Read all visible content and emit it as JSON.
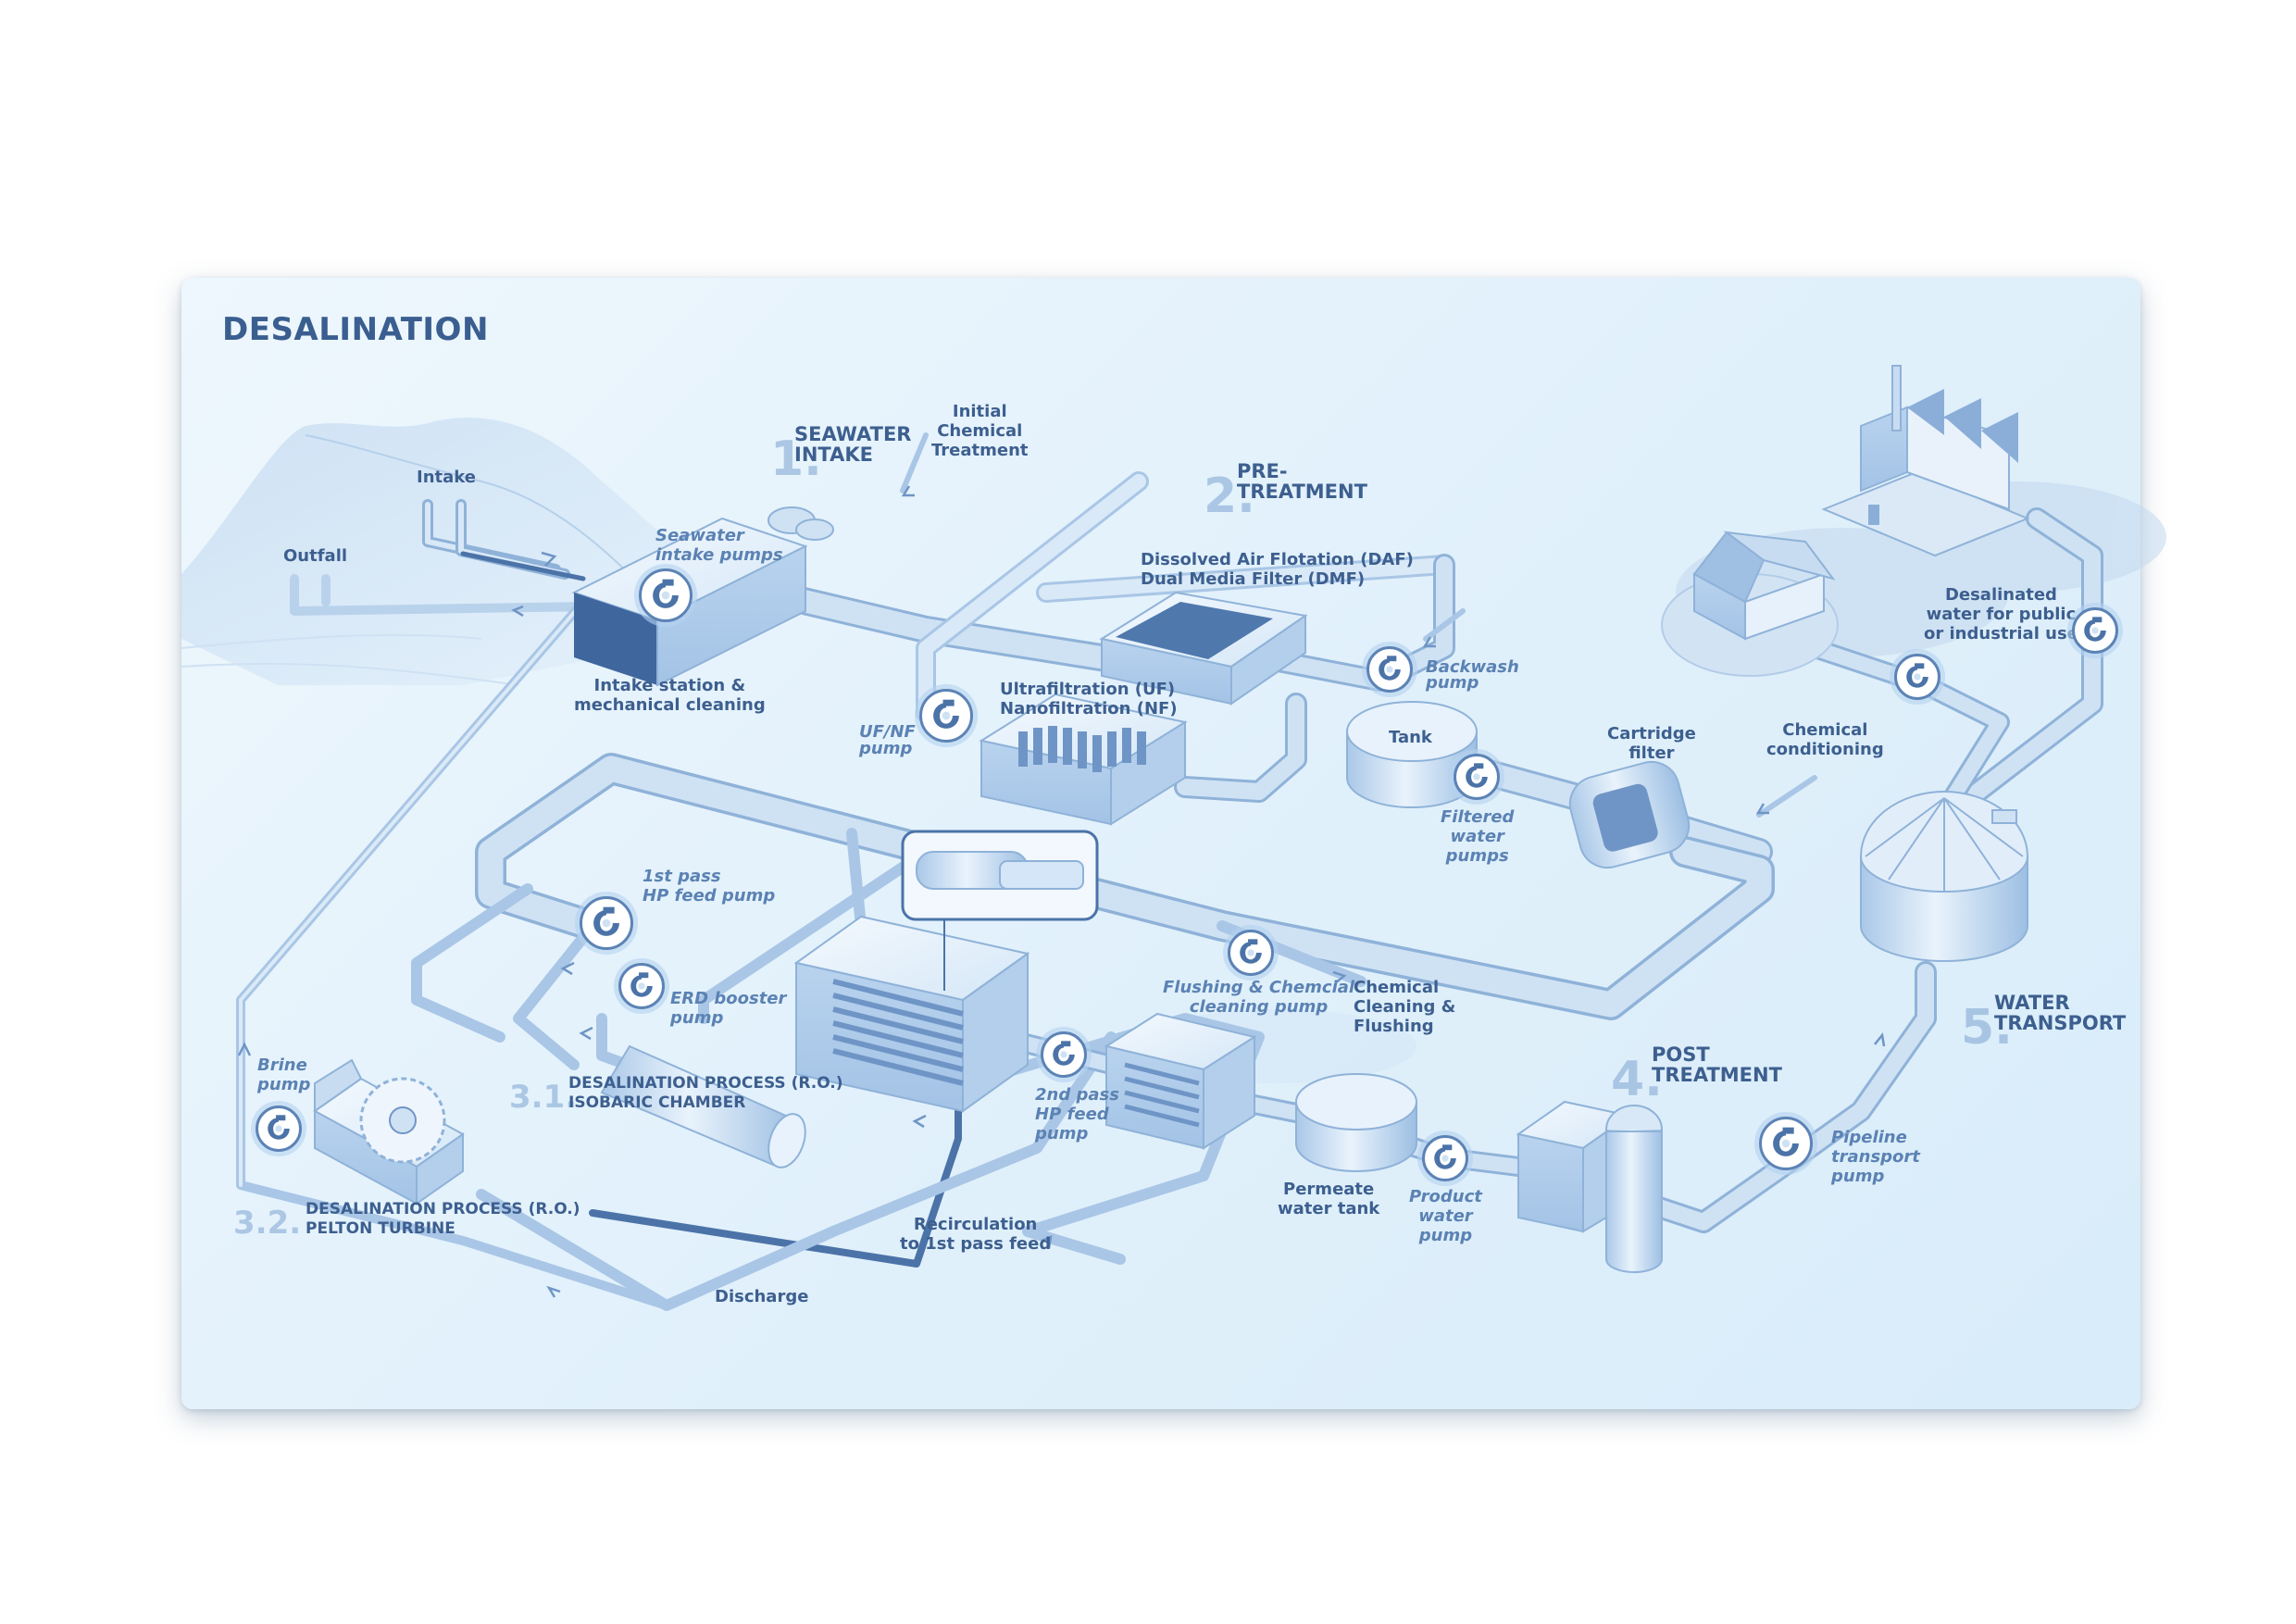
{
  "title": "DESALINATION",
  "sections": {
    "s1": {
      "num": "1.",
      "title": "SEAWATER\nINTAKE"
    },
    "s2": {
      "num": "2.",
      "title": "PRE-\nTREATMENT"
    },
    "s31": {
      "num": "3.1.",
      "title": "DESALINATION PROCESS (R.O.)\nISOBARIC CHAMBER"
    },
    "s32": {
      "num": "3.2.",
      "title": "DESALINATION PROCESS (R.O.)\nPELTON TURBINE"
    },
    "s4": {
      "num": "4.",
      "title": "POST\nTREATMENT"
    },
    "s5": {
      "num": "5.",
      "title": "WATER\nTRANSPORT"
    }
  },
  "labels": {
    "intake": "Intake",
    "outfall": "Outfall",
    "seawater_intake_pumps": "Seawater\nintake pumps",
    "intake_station": "Intake station &\nmechanical cleaning",
    "initial_chemical": "Initial\nChemical\nTreatment",
    "daf_dmf": "Dissolved Air Flotation (DAF)\nDual Media Filter (DMF)",
    "uf_nf": "Ultrafiltration (UF)\nNanofiltration (NF)",
    "uf_nf_pump": "UF/NF\npump",
    "backwash_pump": "Backwash\npump",
    "tank": "Tank",
    "filtered_water_pumps": "Filtered\nwater\npumps",
    "cartridge_filter": "Cartridge\nfilter",
    "chemical_conditioning": "Chemical\nconditioning",
    "first_pass_pump": "1st pass\nHP feed pump",
    "erd_booster_pump": "ERD booster\npump",
    "brine_pump": "Brine\npump",
    "flushing_pump": "Flushing & Chemcial\ncleaning pump",
    "chemical_cleaning": "Chemical\nCleaning &\nFlushing",
    "second_pass_pump": "2nd pass\nHP feed\npump",
    "permeate_tank": "Permeate\nwater tank",
    "product_water_pump": "Product\nwater\npump",
    "recirculation": "Recirculation\nto 1st pass feed",
    "discharge": "Discharge",
    "desalinated_water": "Desalinated\nwater for public\nor industrial use",
    "pipeline_pump": "Pipeline\ntransport\npump"
  },
  "colors": {
    "card_bg": "#e4f2fc",
    "pipe_fill": "#c9dff3",
    "pipe_edge": "#8fb2d8",
    "dark_pipe": "#4b73a8",
    "label": "#3d5f8f",
    "label_italic": "#5b82b3",
    "section_number": "#8cafd7"
  },
  "icons": [
    "pump-icon",
    "factory-icon",
    "house-icon",
    "storage-tank-icon",
    "silo-icon",
    "pelton-turbine-icon",
    "ro-membrane-icon",
    "cartridge-filter-icon",
    "arrow-icon"
  ]
}
